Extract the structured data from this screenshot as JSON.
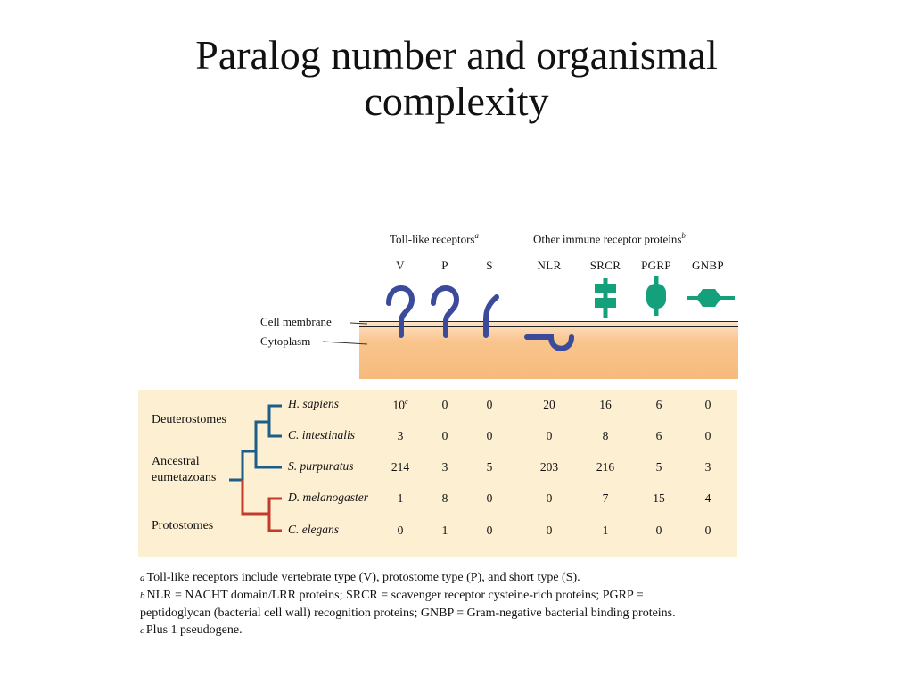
{
  "title": {
    "line1": "Paralog number and organismal",
    "line2": "complexity"
  },
  "groups": {
    "tlr": {
      "label": "Toll-like receptors",
      "mark": "a"
    },
    "other": {
      "label": "Other immune receptor proteins",
      "mark": "b"
    }
  },
  "columns": [
    {
      "label": "V",
      "icon": "tlr-vertebrate-icon"
    },
    {
      "label": "P",
      "icon": "tlr-protostome-icon"
    },
    {
      "label": "S",
      "icon": "tlr-short-icon"
    },
    {
      "label": "NLR",
      "icon": "nlr-icon"
    },
    {
      "label": "SRCR",
      "icon": "srcr-icon"
    },
    {
      "label": "PGRP",
      "icon": "pgrp-icon"
    },
    {
      "label": "GNBP",
      "icon": "gnbp-icon"
    }
  ],
  "labels": {
    "membrane": "Cell membrane",
    "cytoplasm": "Cytoplasm"
  },
  "taxon_groups": {
    "deuterostomes": "Deuterostomes",
    "ancestral_line1": "Ancestral",
    "ancestral_line2": "eumetazoans",
    "protostomes": "Protostomes"
  },
  "rows": [
    {
      "species": "H. sapiens",
      "values": [
        "10",
        "0",
        "0",
        "20",
        "16",
        "6",
        "0"
      ],
      "mark": "c"
    },
    {
      "species": "C. intestinalis",
      "values": [
        "3",
        "0",
        "0",
        "0",
        "8",
        "6",
        "0"
      ]
    },
    {
      "species": "S. purpuratus",
      "values": [
        "214",
        "3",
        "5",
        "203",
        "216",
        "5",
        "3"
      ]
    },
    {
      "species": "D. melanogaster",
      "values": [
        "1",
        "8",
        "0",
        "0",
        "7",
        "15",
        "4"
      ]
    },
    {
      "species": "C. elegans",
      "values": [
        "0",
        "1",
        "0",
        "0",
        "1",
        "0",
        "0"
      ]
    }
  ],
  "footnotes": [
    {
      "mark": "a",
      "text": "Toll-like receptors include vertebrate type (V), protostome type (P), and short type (S)."
    },
    {
      "mark": "b",
      "text": "NLR = NACHT domain/LRR proteins; SRCR = scavenger receptor cysteine-rich proteins; PGRP ="
    },
    {
      "mark": "",
      "text": "peptidoglycan (bacterial cell wall) recognition proteins; GNBP = Gram-negative  bacterial binding proteins."
    },
    {
      "mark": "c",
      "text": "Plus 1 pseudogene."
    }
  ],
  "colors": {
    "tlr": "#3b4a9a",
    "other": "#14a07a",
    "deuterostome_branch": "#1d5e88",
    "protostome_branch": "#c23b2a",
    "panel": "#fdefd2",
    "cytoplasm": "#f7be80"
  }
}
